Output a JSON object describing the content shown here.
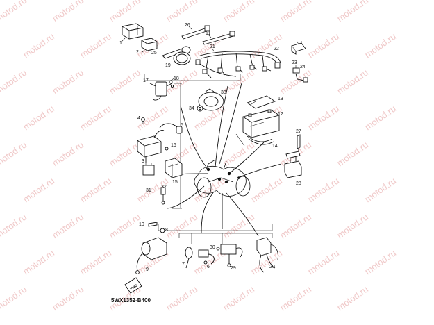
{
  "watermark": {
    "text": "motod.ru"
  },
  "reference_code": "5WX1352-B400",
  "direction_badge": "FWD",
  "callouts": {
    "p1": "1",
    "p2": "2",
    "p3": "3",
    "p4": "4",
    "p5": "5",
    "p6": "6",
    "p7": "7",
    "p8": "8",
    "p9": "9",
    "p10": "10",
    "p11": "11",
    "p12": "12",
    "p13": "13",
    "p14": "14",
    "p15": "15",
    "p16": "16",
    "p17": "17",
    "p18": "18",
    "p19": "19",
    "p20": "20",
    "p21": "21",
    "p22": "22",
    "p23": "23",
    "p24": "24",
    "p25": "25",
    "p26": "26",
    "p27": "27",
    "p28": "28",
    "p29": "29",
    "p30": "30",
    "p31": "31",
    "p32": "32",
    "p33": "33",
    "p34": "34"
  }
}
